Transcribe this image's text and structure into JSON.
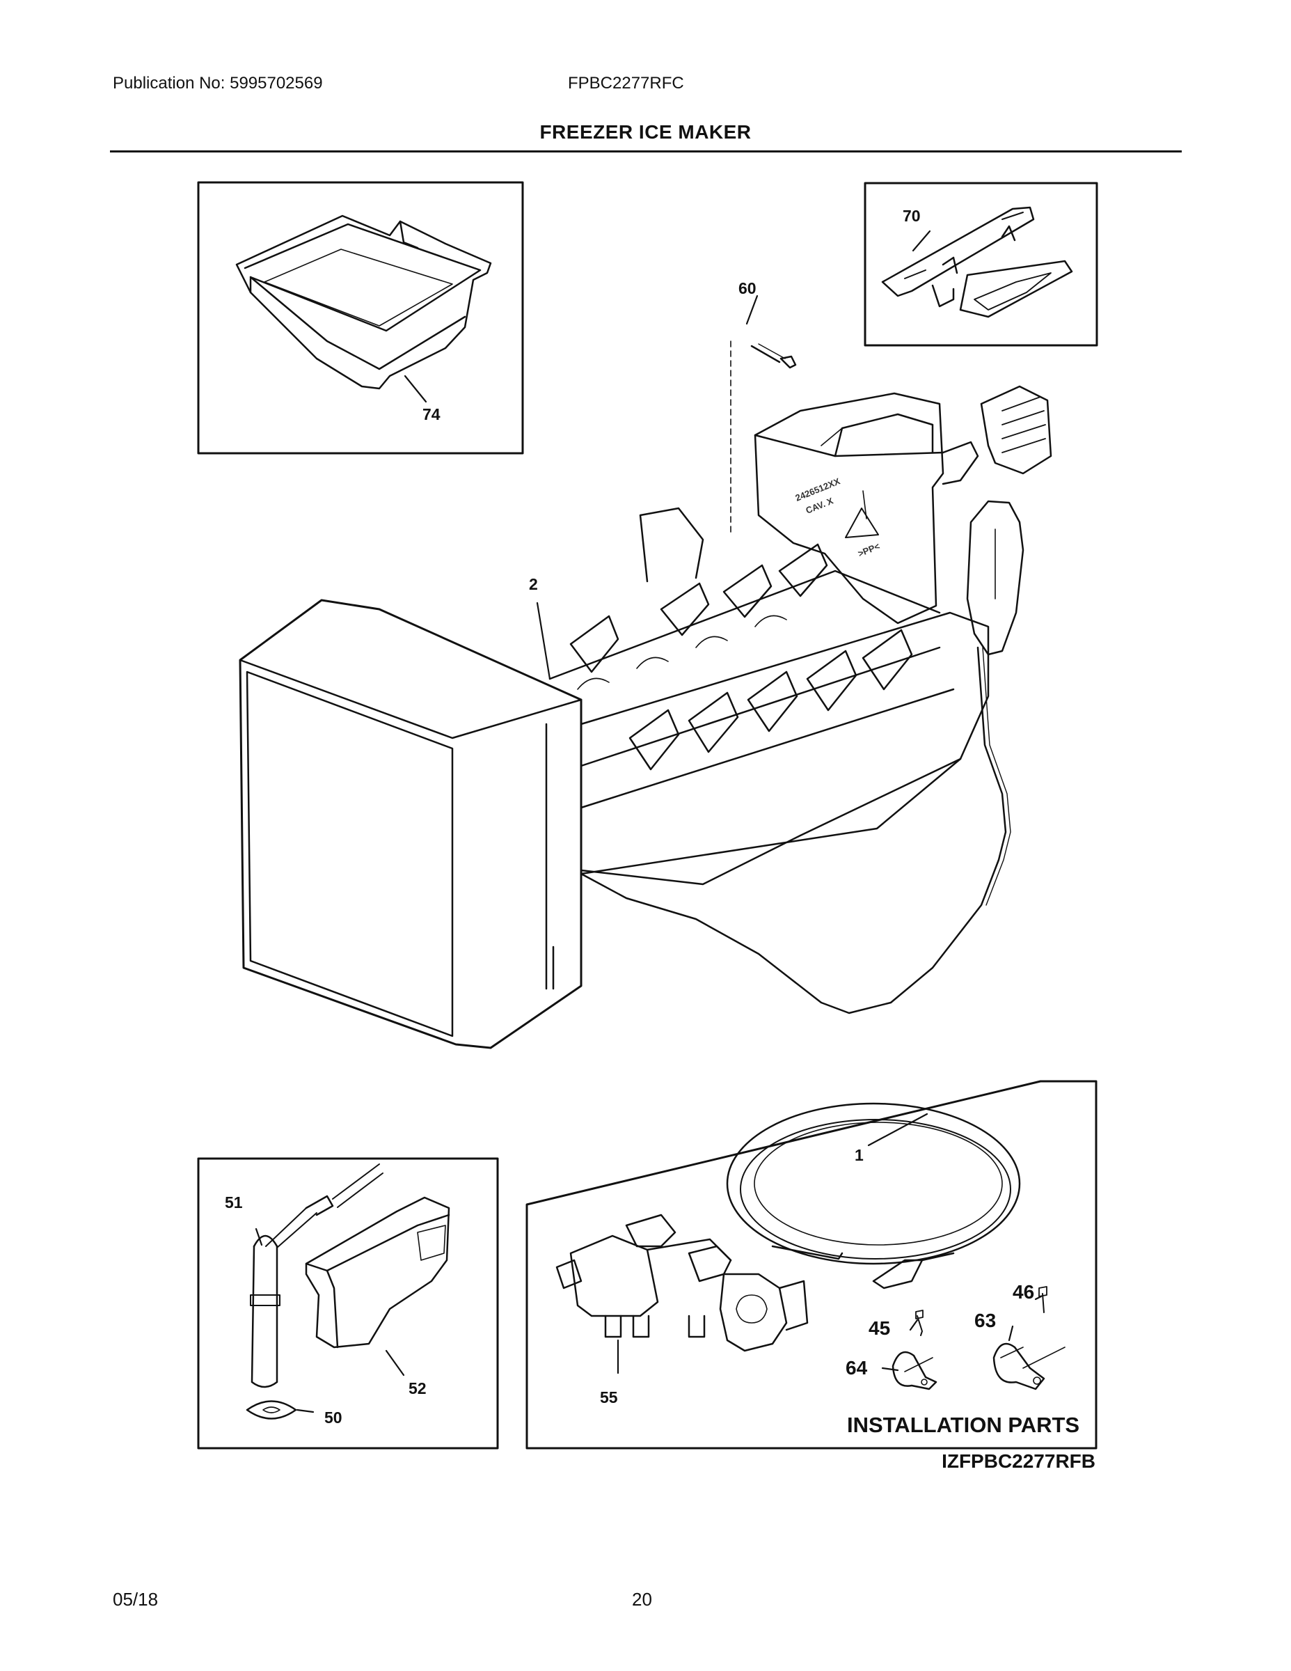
{
  "header": {
    "publication": "Publication No: 5995702569",
    "model": "FPBC2277RFC"
  },
  "title": "FREEZER ICE MAKER",
  "callouts": {
    "p74": "74",
    "p70": "70",
    "p60": "60",
    "p2": "2",
    "p1": "1",
    "p51": "51",
    "p52": "52",
    "p50": "50",
    "p55": "55",
    "p46": "46",
    "p45": "45",
    "p63": "63",
    "p64": "64"
  },
  "part_markings": {
    "cover_text_1": "2426512XX",
    "cover_text_2": "CAV. X",
    "recycle": ">PP<"
  },
  "installation_label": "INSTALLATION PARTS",
  "diagram_code": "IZFPBC2277RFB",
  "footer": {
    "date": "05/18",
    "page": "20"
  }
}
